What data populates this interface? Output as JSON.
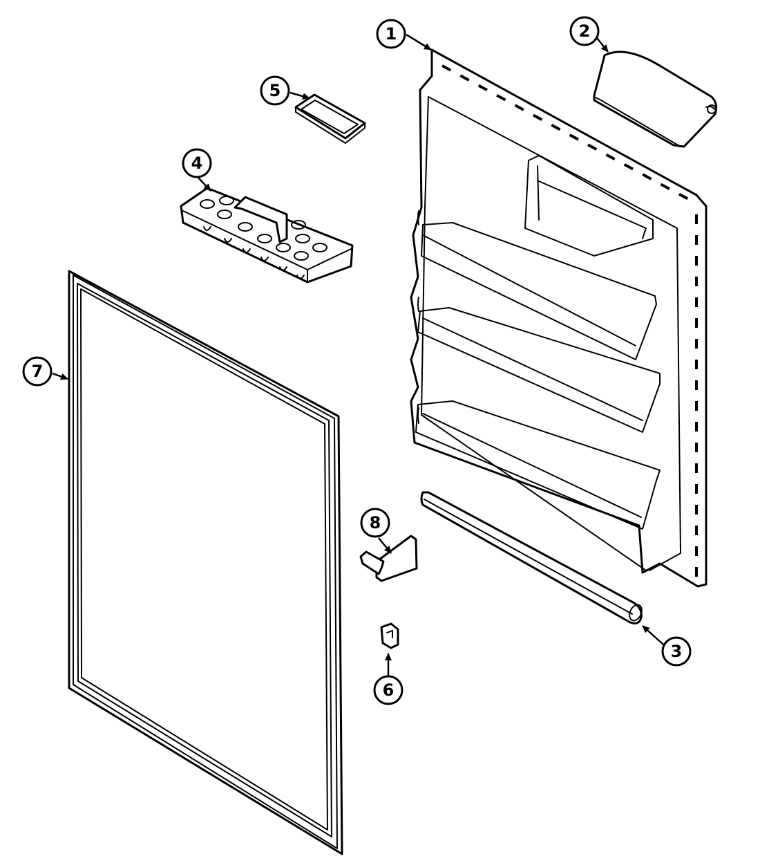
{
  "callouts": [
    {
      "id": "1",
      "part": "door-liner"
    },
    {
      "id": "2",
      "part": "dairy-door"
    },
    {
      "id": "3",
      "part": "door-rail"
    },
    {
      "id": "4",
      "part": "egg-tray"
    },
    {
      "id": "5",
      "part": "egg-tray-cover"
    },
    {
      "id": "6",
      "part": "rail-clip"
    },
    {
      "id": "7",
      "part": "door-gasket"
    },
    {
      "id": "8",
      "part": "rail-retainer"
    }
  ],
  "colors": {
    "line": "#000000",
    "background": "#ffffff"
  }
}
